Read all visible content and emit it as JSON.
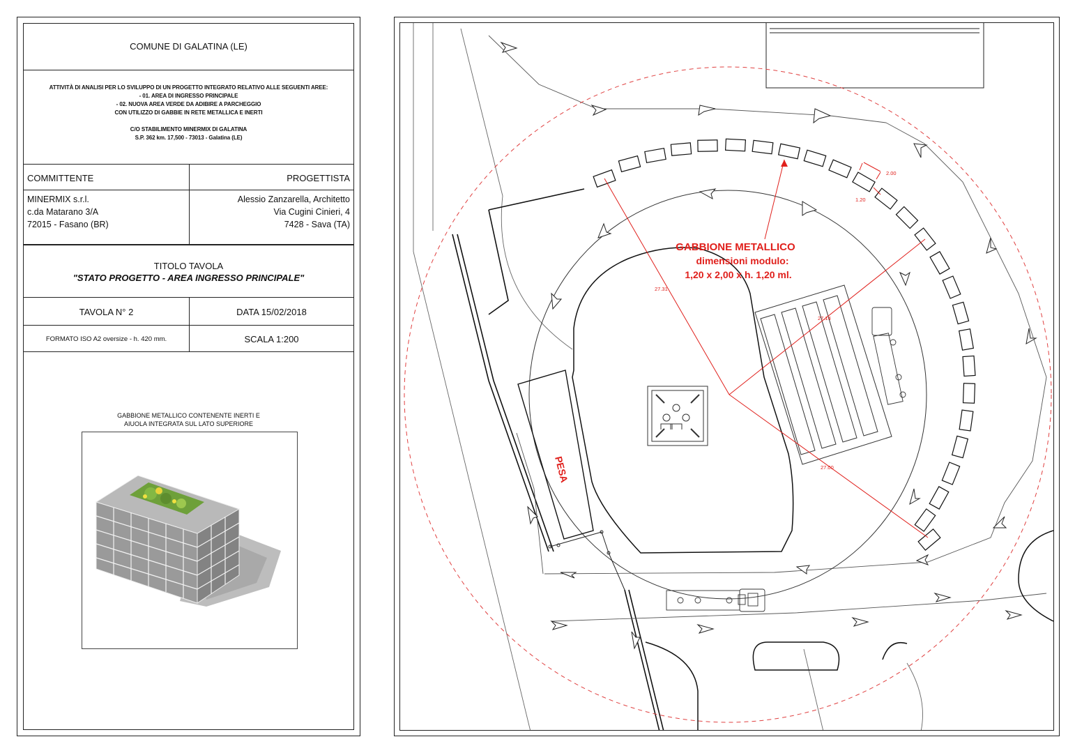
{
  "titleblock": {
    "comune": "COMUNE DI GALATINA (LE)",
    "description_lines": [
      "ATTIVITÀ DI ANALISI PER LO SVILUPPO DI UN PROGETTO INTEGRATO RELATIVO ALLE SEGUENTI AREE:",
      "- 01. AREA DI INGRESSO PRINCIPALE",
      "- 02. NUOVA AREA VERDE DA ADIBIRE A PARCHEGGIO",
      "CON UTILIZZO DI GABBIE IN RETE METALLICA E INERTI"
    ],
    "site_lines": [
      "C/O STABILIMENTO MINERMIX DI GALATINA",
      "S.P. 362 km. 17,500 - 73013 - Galatina (LE)"
    ],
    "committente_label": "COMMITTENTE",
    "committente_lines": [
      "MINERMIX s.r.l.",
      "c.da Matarano 3/A",
      "72015 - Fasano (BR)"
    ],
    "progettista_label": "PROGETTISTA",
    "progettista_lines": [
      "Alessio Zanzarella, Architetto",
      "Via Cugini Cinieri, 4",
      "7428 - Sava (TA)"
    ],
    "titolo_label": "TITOLO TAVOLA",
    "titolo_value": "\"STATO PROGETTO - AREA INGRESSO PRINCIPALE\"",
    "tavola": "TAVOLA N° 2",
    "data": "DATA 15/02/2018",
    "formato": "FORMATO ISO A2 oversize - h. 420 mm.",
    "scala": "SCALA 1:200",
    "image_caption_lines": [
      "GABBIONE METALLICO CONTENENTE INERTI E",
      "AIUOLA INTEGRATA SUL LATO SUPERIORE"
    ]
  },
  "plan": {
    "gabbione_title": "GABBIONE METALLICO",
    "gabbione_sub": "dimensioni modulo:",
    "gabbione_dims": "1,20 x 2,00 x h. 1,20 ml.",
    "pesa_label": "PESA",
    "radius_labels": [
      "27.31",
      "27.14",
      "27.00"
    ],
    "module_width": "2.00",
    "module_depth": "1.20"
  },
  "colors": {
    "line": "#222222",
    "annotation": "#e0201c",
    "dashed_circle": "#e04040"
  }
}
